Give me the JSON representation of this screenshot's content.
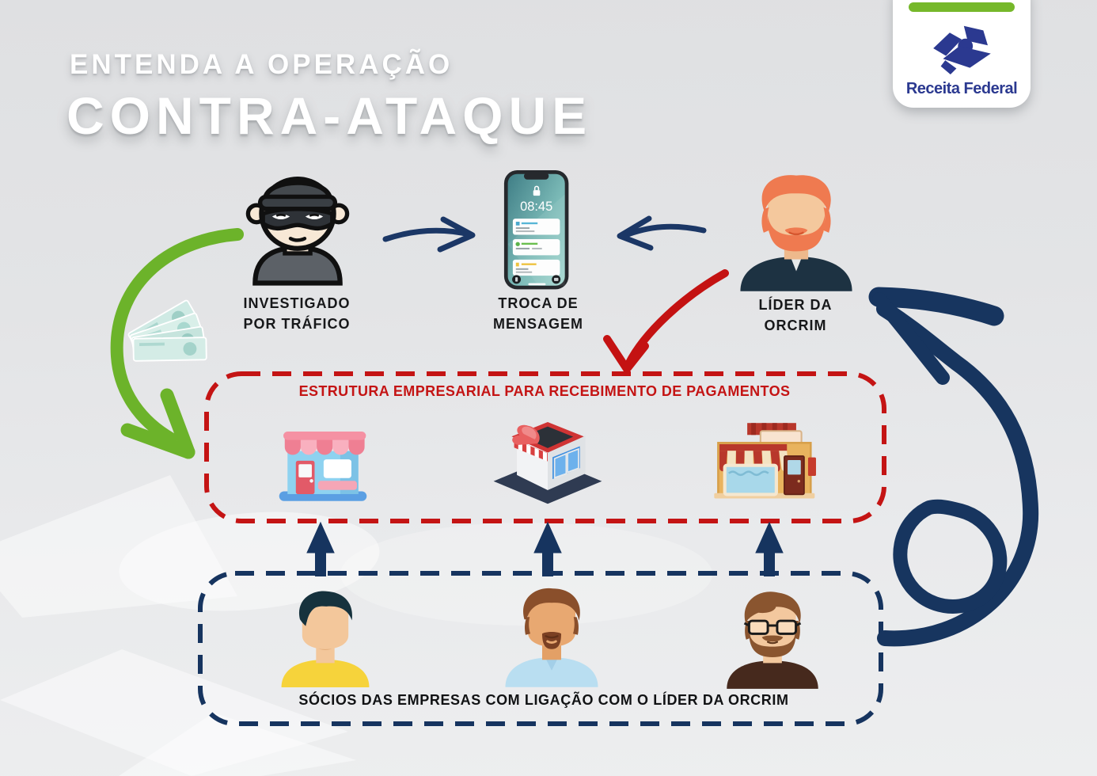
{
  "header": {
    "kicker": "ENTENDA A OPERAÇÃO",
    "title": "CONTRA-ATAQUE"
  },
  "logo": {
    "text": "Receita Federal",
    "green": "#76b82a",
    "navy": "#2b3990"
  },
  "actors": {
    "investigado": {
      "line1": "INVESTIGADO",
      "line2": "POR TRÁFICO"
    },
    "mensagem": {
      "line1": "TROCA DE",
      "line2": "MENSAGEM"
    },
    "lider": {
      "line1": "LÍDER DA",
      "line2": "ORCRIM"
    }
  },
  "phone": {
    "time": "08:45"
  },
  "estrutura_box": {
    "title": "ESTRUTURA EMPRESARIAL PARA RECEBIMENTO DE PAGAMENTOS",
    "border_color": "#c41414",
    "stores": [
      "store-pink-blue",
      "store-isometric-red",
      "store-tan-awning"
    ]
  },
  "socios_box": {
    "label": "SÓCIOS DAS EMPRESAS COM LIGAÇÃO COM O LÍDER DA ORCRIM",
    "border_color": "#16345f"
  },
  "arrows": {
    "green_money": "#6cb32a",
    "blue_messages": "#1b3766",
    "red_to_companies": "#c41212",
    "navy_up": "#16345f",
    "navy_loop": "#17355f"
  },
  "colors": {
    "background_top": "#dfe0e2",
    "background_bottom": "#edeeef",
    "label_text": "#17181a",
    "red_title": "#c41414"
  }
}
